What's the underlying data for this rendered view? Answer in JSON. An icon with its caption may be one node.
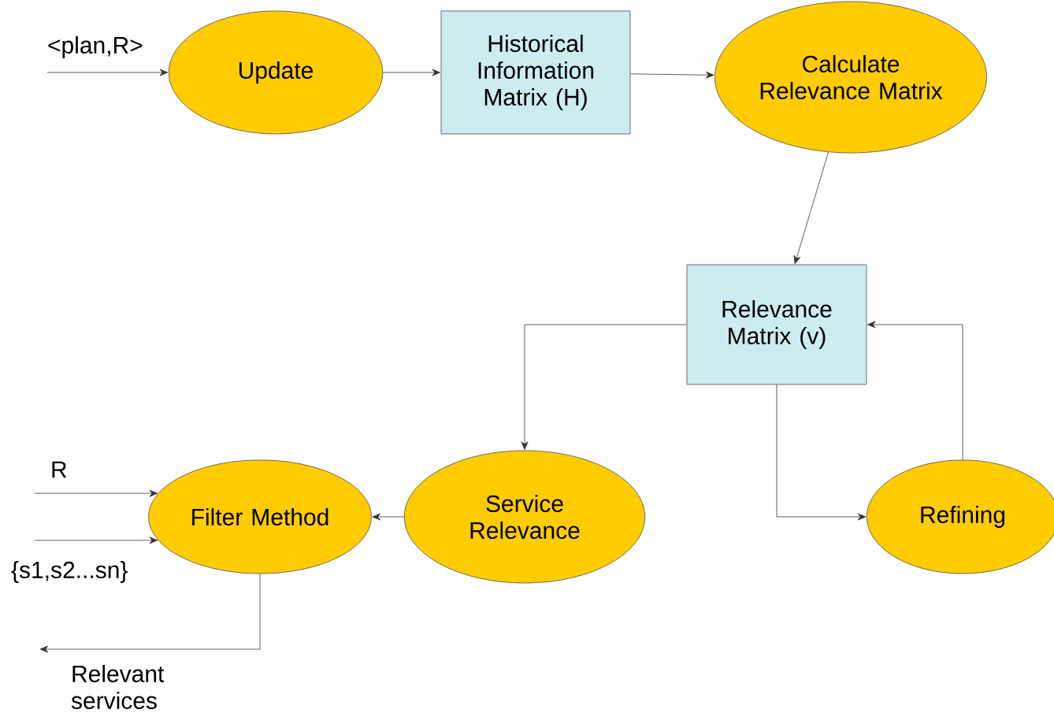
{
  "diagram": {
    "nodes": [
      {
        "text": [
          "Update"
        ]
      },
      {
        "text": [
          "Historical Information Matrix (H)"
        ]
      },
      {
        "text": [
          "Calculate Relevance Matrix"
        ]
      },
      {
        "text": [
          "Relevance Matrix (v)"
        ]
      },
      {
        "text": [
          "Filter Method"
        ]
      },
      {
        "text": [
          "Service Relevance"
        ]
      },
      {
        "text": [
          "Refining"
        ]
      }
    ],
    "edges": [
      {
        "from": null,
        "to": 0,
        "arrow": "to",
        "label": "<plan,R>"
      },
      {
        "from": 0,
        "to": 1,
        "arrow": "to"
      },
      {
        "from": 1,
        "to": 2,
        "arrow": "to"
      },
      {
        "from": 2,
        "to": 3,
        "arrow": "to"
      },
      {
        "from": 3,
        "to": 5,
        "arrow": "to"
      },
      {
        "from": 3,
        "to": 6,
        "arrow": "to"
      },
      {
        "from": 6,
        "to": 3,
        "arrow": "to"
      },
      {
        "from": 5,
        "to": 4,
        "arrow": "to"
      },
      {
        "from": null,
        "to": 4,
        "arrow": "to",
        "label": "R"
      },
      {
        "from": null,
        "to": 4,
        "arrow": "to",
        "label": "{s1,s2...sn}"
      },
      {
        "from": 4,
        "to": null,
        "arrow": "to",
        "label": "Relevant services"
      }
    ]
  }
}
